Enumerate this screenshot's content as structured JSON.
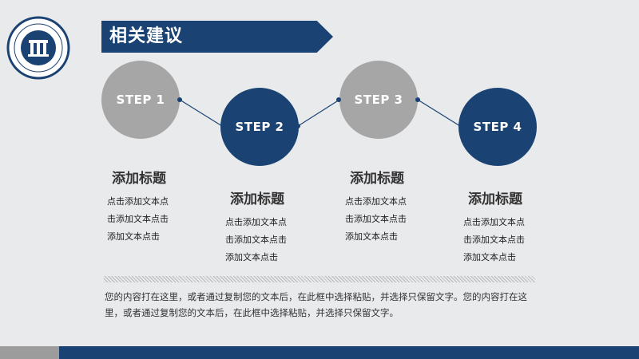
{
  "header": {
    "title": "相关建议"
  },
  "logo": {
    "icon": "university-seal-icon"
  },
  "steps": [
    {
      "label": "STEP 1",
      "title": "添加标题",
      "lines": [
        "点击添加文本点",
        "击添加文本点击",
        "添加文本点击"
      ]
    },
    {
      "label": "STEP 2",
      "title": "添加标题",
      "lines": [
        "点击添加文本点",
        "击添加文本点击",
        "添加文本点击"
      ]
    },
    {
      "label": "STEP 3",
      "title": "添加标题",
      "lines": [
        "点击添加文本点",
        "击添加文本点击",
        "添加文本点击"
      ]
    },
    {
      "label": "STEP 4",
      "title": "添加标题",
      "lines": [
        "点击添加文本点",
        "击添加文本点击",
        "添加文本点击"
      ]
    }
  ],
  "body_text": "您的内容打在这里，或者通过复制您的文本后，在此框中选择粘贴，并选择只保留文字。您的内容打在这里，或者通过复制您的文本后，在此框中选择粘贴，并选择只保留文字。",
  "colors": {
    "navy": "#1a4373",
    "gray": "#a6a6a6",
    "background": "#e9eaec"
  }
}
